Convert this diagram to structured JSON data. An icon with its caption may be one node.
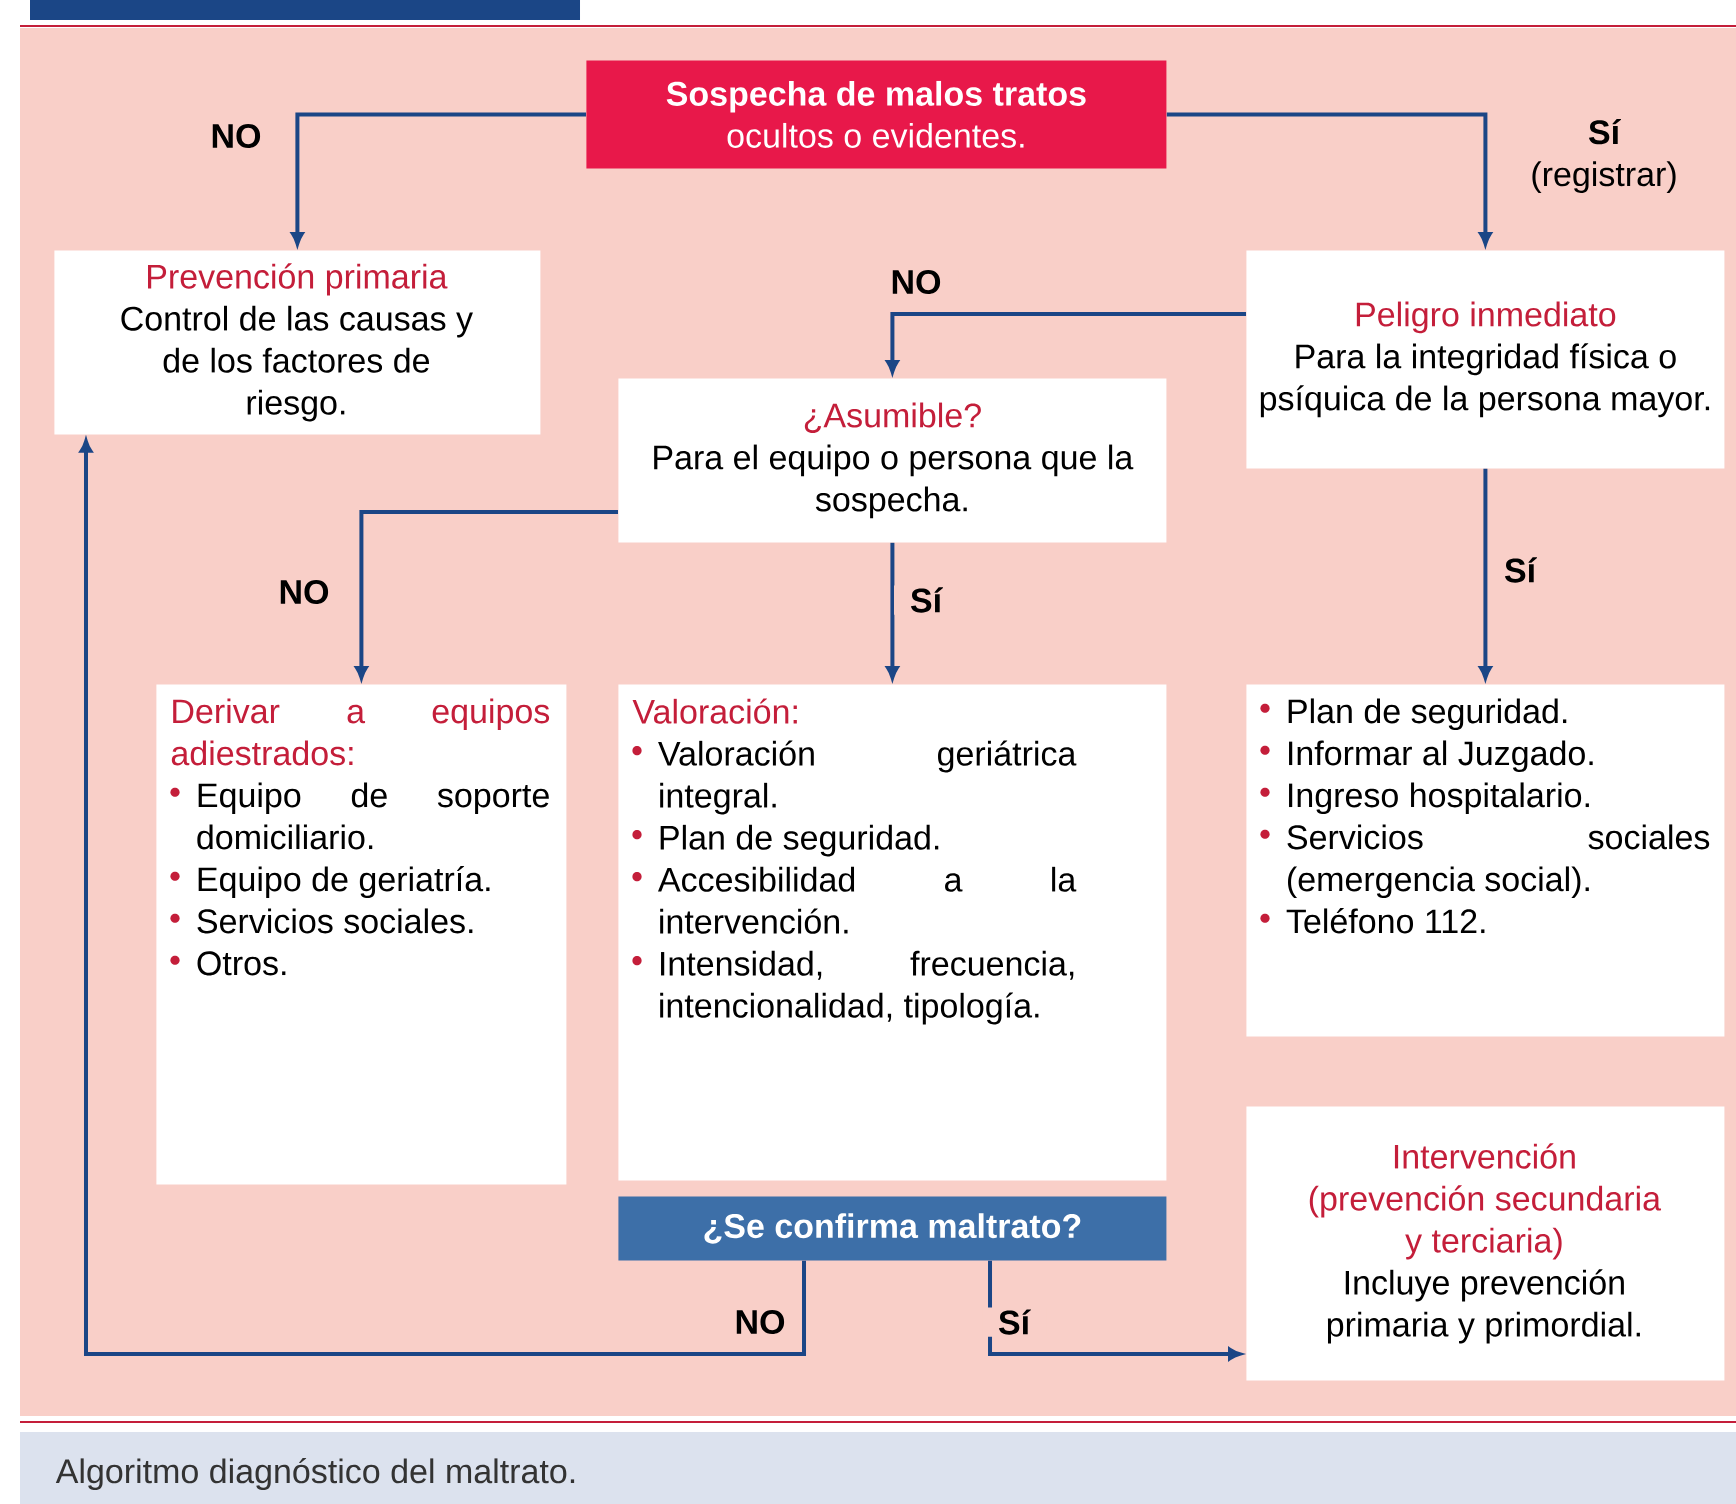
{
  "diagram": {
    "caption": "Algoritmo diagnóstico del maltrato.",
    "nodes": [
      {
        "text": [
          "Sospecha de malos tratos",
          "ocultos o evidentes."
        ]
      },
      {
        "text": [
          "Prevención primaria",
          "Control de las causas y de los factores de riesgo."
        ]
      },
      {
        "text": [
          "Peligro inmediato",
          "Para la integridad física o psíquica de la persona mayor."
        ]
      },
      {
        "text": [
          "¿Asumible?",
          "Para el equipo o persona que la sospecha."
        ]
      },
      {
        "text": [
          "Derivar a equipos adiestrados:",
          "Equipo de soporte domiciliario.",
          "Equipo de geriatría.",
          "Servicios sociales.",
          "Otros."
        ]
      },
      {
        "text": [
          "Valoración:",
          "Valoración geriátrica integral.",
          "Plan de seguridad.",
          "Accesibilidad a la intervención.",
          "Intensidad, frecuencia, intencionalidad, tipología."
        ]
      },
      {
        "text": [
          "Plan de seguridad.",
          "Informar al Juzgado.",
          "Ingreso hospitalario.",
          "Servicios sociales (emergencia social).",
          "Teléfono 112."
        ]
      },
      {
        "text": [
          "¿Se confirma maltrato?"
        ]
      },
      {
        "text": [
          "Intervención (prevención secundaria y terciaria)",
          "Incluye prevención primaria y primordial."
        ]
      }
    ],
    "edges": [
      {
        "from": 0,
        "to": 1,
        "arrow": "to",
        "label": "NO"
      },
      {
        "from": 0,
        "to": 2,
        "arrow": "to",
        "label": "**Sí** (registrar)"
      },
      {
        "from": 2,
        "to": 3,
        "arrow": "to",
        "label": "NO"
      },
      {
        "from": 3,
        "to": 4,
        "arrow": "to",
        "label": "NO"
      },
      {
        "from": 3,
        "to": 5,
        "arrow": "to",
        "label": "Sí"
      },
      {
        "from": 2,
        "to": 6,
        "arrow": "to",
        "label": "Sí"
      },
      {
        "from": 7,
        "to": 1,
        "arrow": "to",
        "label": "NO"
      },
      {
        "from": 7,
        "to": 8,
        "arrow": "to",
        "label": "Sí"
      }
    ]
  }
}
